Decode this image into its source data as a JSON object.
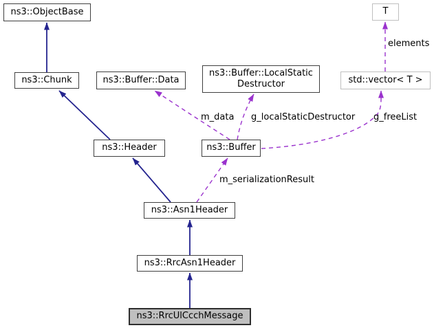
{
  "diagram": {
    "kind": "class-collaboration-diagram",
    "background": "#ffffff",
    "colors": {
      "inheritance_edge": "#24248f",
      "usage_edge": "#9a32cd",
      "node_border": "#3f3f3f",
      "template_node_border": "#bfbfbf",
      "highlight_node_fill": "#bfbfbf",
      "text": "#000000"
    }
  },
  "nodes": {
    "objectbase": {
      "label": "ns3::ObjectBase"
    },
    "t": {
      "label": "T"
    },
    "chunk": {
      "label": "ns3::Chunk"
    },
    "bufferdata": {
      "label": "ns3::Buffer::Data"
    },
    "localstaticdestructor": {
      "label": "ns3::Buffer::LocalStaticDestructor",
      "line1": "ns3::Buffer::LocalStatic",
      "line2": "Destructor"
    },
    "stdvector": {
      "label": "std::vector< T >"
    },
    "header": {
      "label": "ns3::Header"
    },
    "buffer": {
      "label": "ns3::Buffer"
    },
    "asn1header": {
      "label": "ns3::Asn1Header"
    },
    "rrcasn1header": {
      "label": "ns3::RrcAsn1Header"
    },
    "rrculccchmessage": {
      "label": "ns3::RrcUlCcchMessage"
    }
  },
  "edges": {
    "labels": {
      "m_data": "m_data",
      "g_localStaticDestructor": "g_localStaticDestructor",
      "g_freeList": "g_freeList",
      "elements": "elements",
      "m_serializationResult": "m_serializationResult"
    },
    "relations": [
      {
        "from": "ns3::Chunk",
        "to": "ns3::ObjectBase",
        "type": "inheritance"
      },
      {
        "from": "ns3::Header",
        "to": "ns3::Chunk",
        "type": "inheritance"
      },
      {
        "from": "ns3::Asn1Header",
        "to": "ns3::Header",
        "type": "inheritance"
      },
      {
        "from": "ns3::RrcAsn1Header",
        "to": "ns3::Asn1Header",
        "type": "inheritance"
      },
      {
        "from": "ns3::RrcUlCcchMessage",
        "to": "ns3::RrcAsn1Header",
        "type": "inheritance"
      },
      {
        "from": "ns3::Buffer",
        "to": "ns3::Buffer::Data",
        "type": "usage",
        "label": "m_data"
      },
      {
        "from": "ns3::Buffer",
        "to": "ns3::Buffer::LocalStaticDestructor",
        "type": "usage",
        "label": "g_localStaticDestructor"
      },
      {
        "from": "ns3::Buffer",
        "to": "std::vector< T >",
        "type": "usage",
        "label": "g_freeList"
      },
      {
        "from": "std::vector< T >",
        "to": "T",
        "type": "usage",
        "label": "elements"
      },
      {
        "from": "ns3::Asn1Header",
        "to": "ns3::Buffer",
        "type": "usage",
        "label": "m_serializationResult"
      }
    ]
  }
}
